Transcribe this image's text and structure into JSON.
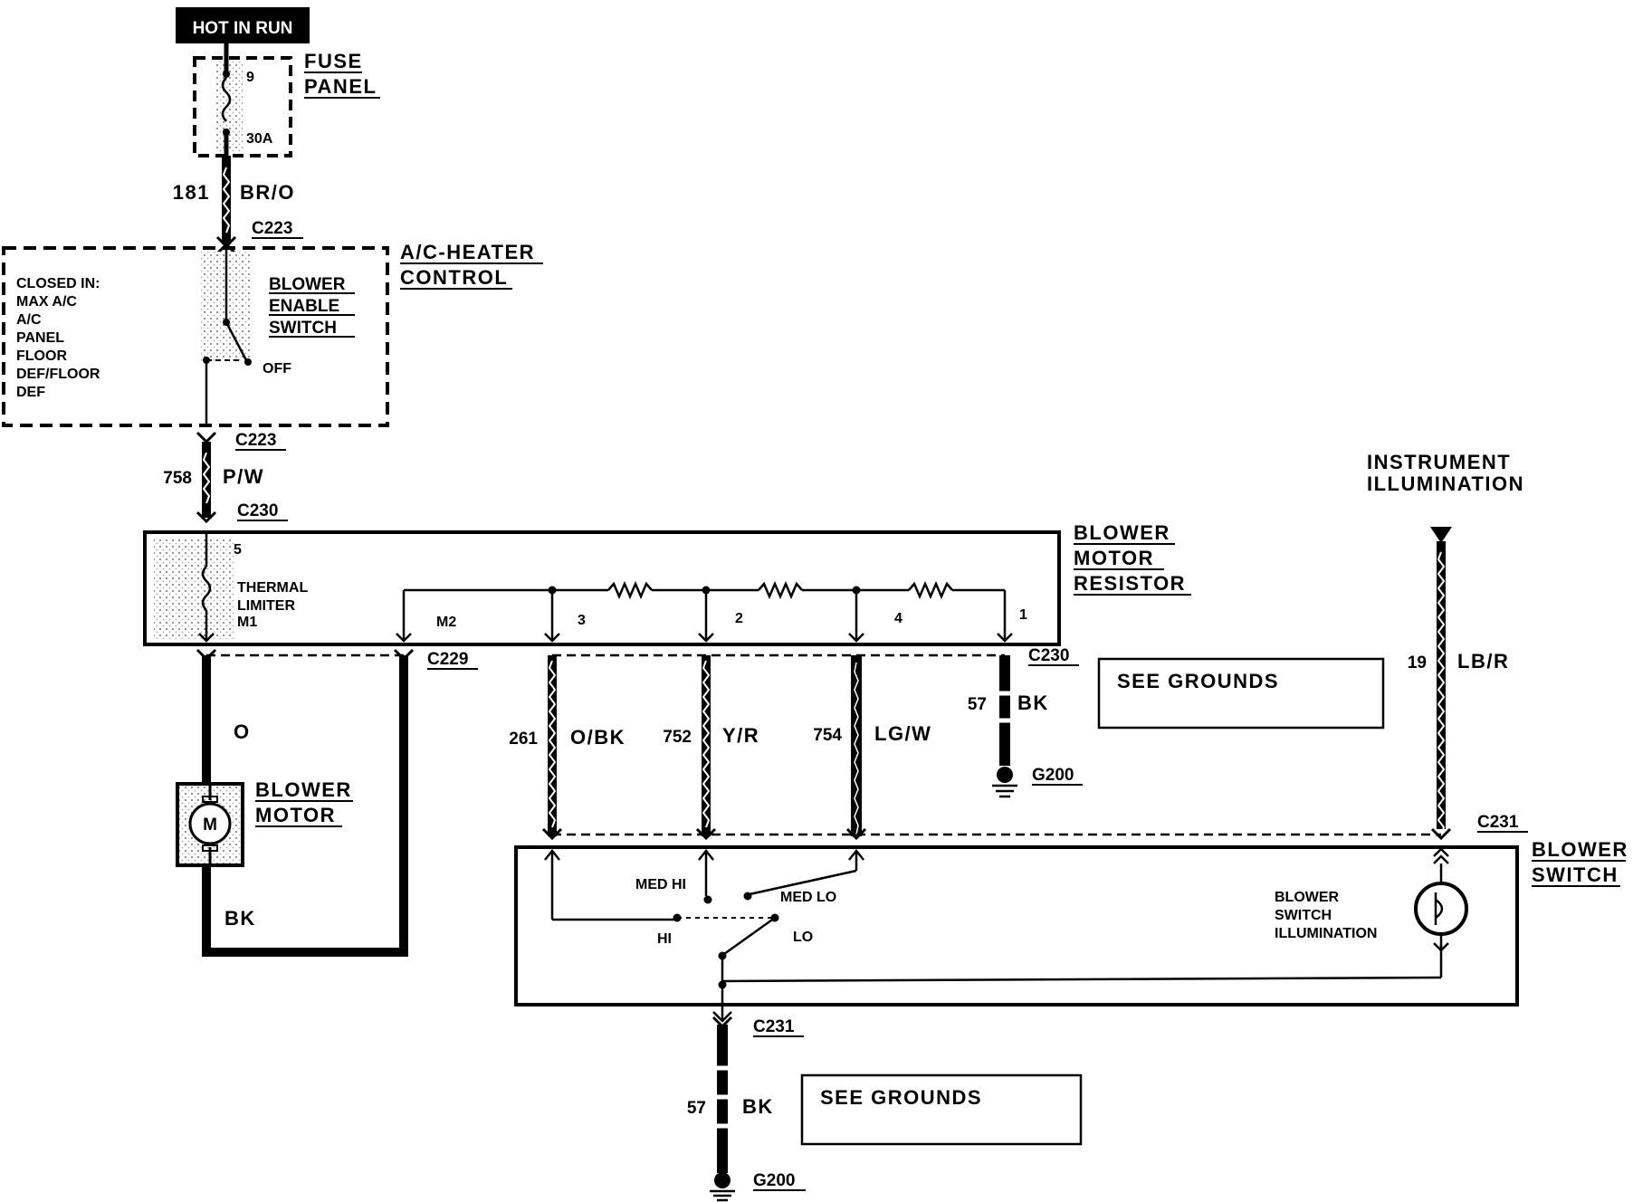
{
  "power": {
    "hot_in_run": "HOT IN RUN"
  },
  "fuse_panel": {
    "title_line1": "FUSE",
    "title_line2": "PANEL",
    "fuse_number": "9",
    "fuse_rating": "30A"
  },
  "circuits": {
    "c181": {
      "number": "181",
      "color": "BR/O"
    },
    "c758": {
      "number": "758",
      "color": "P/W"
    },
    "motor_feed": {
      "color": "O"
    },
    "motor_ground": {
      "color": "BK"
    },
    "c261": {
      "number": "261",
      "color": "O/BK"
    },
    "c752": {
      "number": "752",
      "color": "Y/R"
    },
    "c754": {
      "number": "754",
      "color": "LG/W"
    },
    "c57_resistor": {
      "number": "57",
      "color": "BK"
    },
    "c19": {
      "number": "19",
      "color": "LB/R"
    },
    "c57_switch": {
      "number": "57",
      "color": "BK"
    }
  },
  "connectors": {
    "c223_top": "C223",
    "c223_bottom": "C223",
    "c230_top": "C230",
    "c230_right": "C230",
    "c229": "C229",
    "c231_top": "C231",
    "c231_bottom": "C231"
  },
  "grounds": {
    "g200_resistor": "G200",
    "g200_switch": "G200"
  },
  "ac_heater_control": {
    "title_line1": "A/C-HEATER",
    "title_line2": "CONTROL",
    "closed_in": [
      "CLOSED IN:",
      "MAX A/C",
      "A/C",
      "PANEL",
      "FLOOR",
      "DEF/FLOOR",
      "DEF"
    ],
    "switch_line1": "BLOWER",
    "switch_line2": "ENABLE",
    "switch_line3": "SWITCH",
    "off_label": "OFF"
  },
  "blower_motor_resistor": {
    "title_line1": "BLOWER",
    "title_line2": "MOTOR",
    "title_line3": "RESISTOR",
    "thermal_line1": "THERMAL",
    "thermal_line2": "LIMITER",
    "pin_5": "5",
    "pin_m1": "M1",
    "pin_m2": "M2",
    "pin_3": "3",
    "pin_2": "2",
    "pin_4": "4",
    "pin_1": "1"
  },
  "blower_motor": {
    "title_line1": "BLOWER",
    "title_line2": "MOTOR",
    "symbol": "M"
  },
  "instrument_illumination": {
    "line1": "INSTRUMENT",
    "line2": "ILLUMINATION"
  },
  "see_grounds": {
    "upper": "SEE GROUNDS",
    "lower": "SEE GROUNDS"
  },
  "blower_switch": {
    "title_line1": "BLOWER",
    "title_line2": "SWITCH",
    "med_hi": "MED HI",
    "med_lo": "MED LO",
    "hi": "HI",
    "lo": "LO",
    "illum_line1": "BLOWER",
    "illum_line2": "SWITCH",
    "illum_line3": "ILLUMINATION"
  }
}
